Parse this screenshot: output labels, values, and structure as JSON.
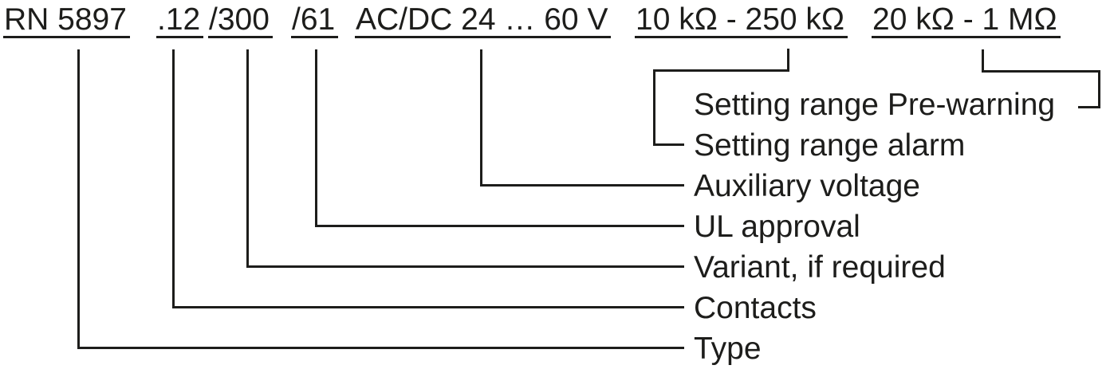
{
  "meta": {
    "background_color": "#ffffff",
    "ink_color": "#1d1d1b",
    "diagram_kind": "ordering-code breakdown"
  },
  "code": {
    "full_code": "RN 5897 .12 /300 /61 AC/DC 24 … 60 V 10 kΩ - 250 kΩ 20 kΩ - 1 MΩ",
    "segments": [
      {
        "id": "type",
        "text": "RN 5897"
      },
      {
        "id": "contacts",
        "text": ".12"
      },
      {
        "id": "variant",
        "text": "/300"
      },
      {
        "id": "ul",
        "text": "/61"
      },
      {
        "id": "aux",
        "text": "AC/DC 24 … 60 V"
      },
      {
        "id": "alarm",
        "text": "10 kΩ - 250 kΩ"
      },
      {
        "id": "prewarning",
        "text": "20 kΩ - 1 MΩ"
      }
    ]
  },
  "labels": [
    {
      "id": "prewarning",
      "text": "Setting range Pre-warning"
    },
    {
      "id": "alarm",
      "text": "Setting range alarm"
    },
    {
      "id": "aux",
      "text": "Auxiliary voltage"
    },
    {
      "id": "ul",
      "text": "UL approval"
    },
    {
      "id": "variant",
      "text": "Variant, if required"
    },
    {
      "id": "contacts",
      "text": "Contacts"
    },
    {
      "id": "type",
      "text": "Type"
    }
  ]
}
